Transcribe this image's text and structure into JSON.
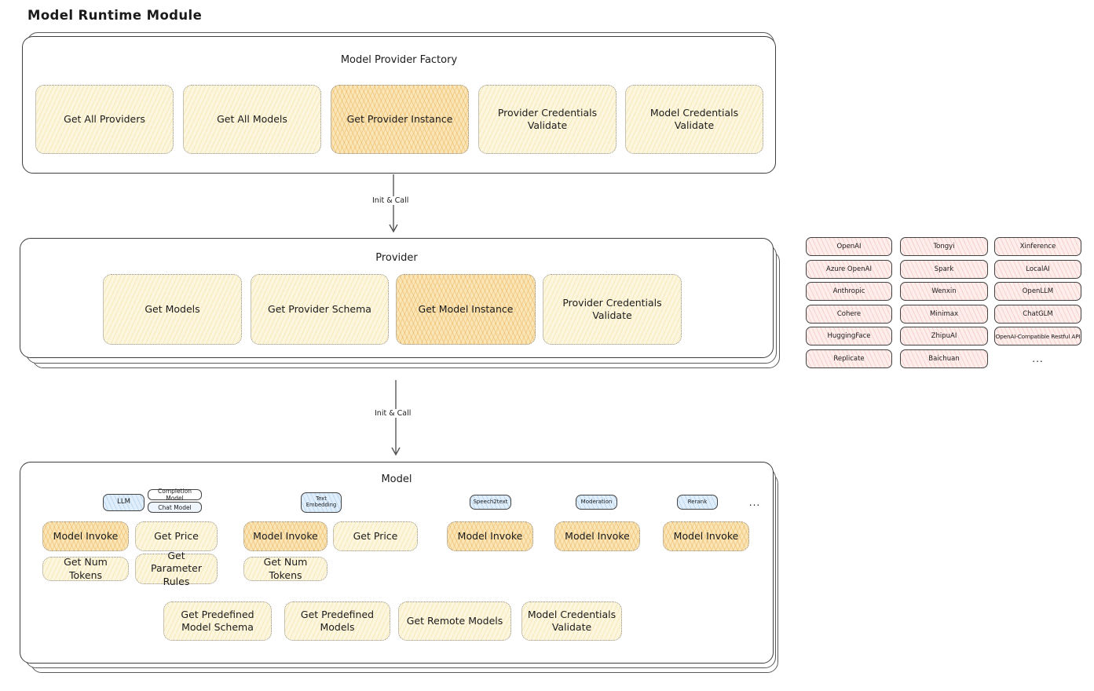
{
  "title": "Model Runtime Module",
  "colors": {
    "yellow_fill": "#FDF6DE",
    "orange_fill": "#FAE5B6",
    "pink_fill": "#FDEDEB",
    "blue_fill": "#DFEEFA",
    "panel_border": "#3d3d3d",
    "dotted_border": "#8e8e8e"
  },
  "factory": {
    "title": "Model Provider Factory",
    "items": {
      "get_all_providers": "Get All Providers",
      "get_all_models": "Get All Models",
      "get_provider_instance": "Get Provider Instance",
      "provider_credentials_validate": "Provider Credentials Validate",
      "model_credentials_validate": "Model Credentials Validate"
    }
  },
  "arrow1": {
    "label": "Init & Call"
  },
  "arrow2": {
    "label": "Init & Call"
  },
  "provider": {
    "title": "Provider",
    "items": {
      "get_models": "Get Models",
      "get_provider_schema": "Get Provider Schema",
      "get_model_instance": "Get Model Instance",
      "provider_credentials_validate": "Provider Credentials Validate"
    }
  },
  "providers_list": {
    "col1": [
      "OpenAI",
      "Azure OpenAI",
      "Anthropic",
      "Cohere",
      "HuggingFace",
      "Replicate"
    ],
    "col2": [
      "Tongyi",
      "Spark",
      "Wenxin",
      "Minimax",
      "ZhipuAI",
      "Baichuan"
    ],
    "col3": [
      "Xinference",
      "LocalAI",
      "OpenLLM",
      "ChatGLM",
      "OpenAI-Compatible Restful API"
    ],
    "more": "..."
  },
  "model": {
    "title": "Model",
    "types": {
      "llm": "LLM",
      "completion_model": "Completion Model",
      "chat_model": "Chat Model",
      "text_embedding": "Text Embedding",
      "speech2text": "Speech2text",
      "moderation": "Moderation",
      "rerank": "Rerank",
      "more": "..."
    },
    "functions": {
      "model_invoke": "Model Invoke",
      "get_price": "Get Price",
      "get_num_tokens": "Get Num Tokens",
      "get_parameter_rules": "Get Parameter Rules",
      "get_predefined_model_schema": "Get Predefined Model Schema",
      "get_predefined_models": "Get Predefined Models",
      "get_remote_models": "Get Remote Models",
      "model_credentials_validate": "Model Credentials Validate"
    }
  }
}
